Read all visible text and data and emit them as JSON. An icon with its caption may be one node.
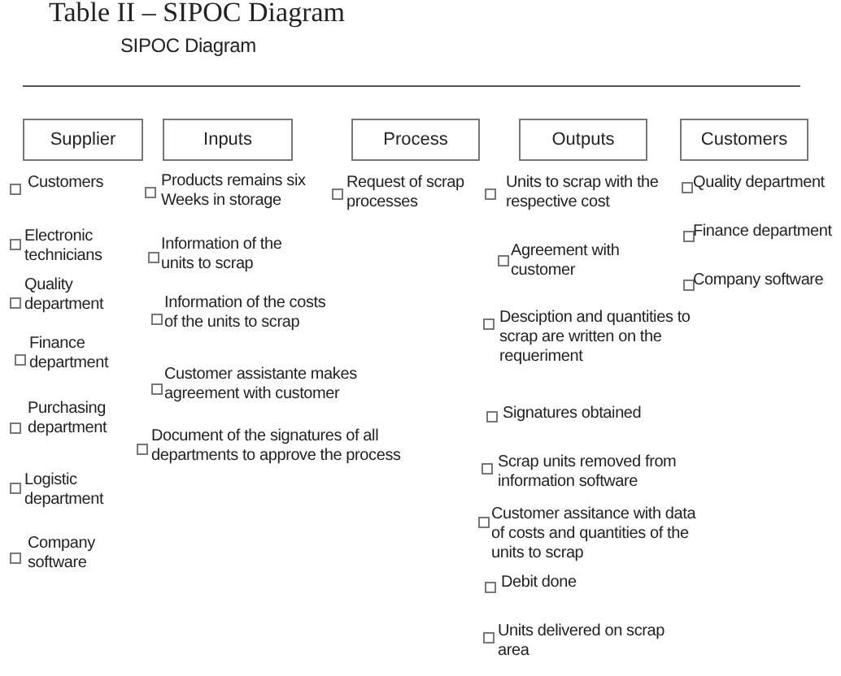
{
  "diagram": {
    "title": "Table II – SIPOC Diagram",
    "nodes": [
      {
        "text": [
          "Supplier"
        ]
      },
      {
        "text": [
          "Inputs"
        ]
      },
      {
        "text": [
          "Process"
        ]
      },
      {
        "text": [
          "Outputs"
        ]
      },
      {
        "text": [
          "Customers"
        ]
      }
    ],
    "labels": [
      "SIPOC Diagram",
      "Customers",
      "Electronic technicians",
      "Quality department",
      "Finance department",
      "Purchasing department",
      "Logistic department",
      "Company software",
      "Products remains six Weeks in storage",
      "Information of the units to scrap",
      "Information of the costs of the units to scrap",
      "Customer assistante makes agreement with customer",
      "Document of the signatures of all departments to approve the process",
      "Request  of scrap processes",
      "Units to scrap with the respective cost",
      "Agreement with customer",
      "Desciption and quantities to scrap are written on the requeriment",
      "Signatures obtained",
      "Scrap units removed from information software",
      "Customer assitance with data of costs and quantities of the units to scrap",
      "Debit done",
      "Units delivered on scrap area",
      "Quality department",
      "Finance department",
      "Company software"
    ]
  }
}
